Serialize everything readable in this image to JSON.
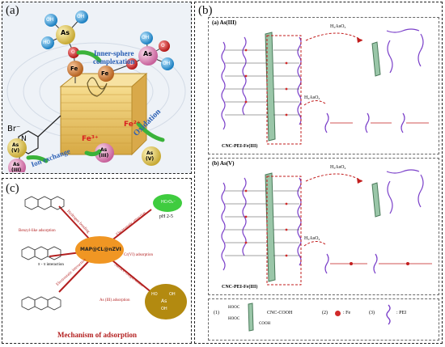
{
  "panels": {
    "a": {
      "label": "(a)",
      "species": {
        "as_upper": "As",
        "as_iii": "As\n(III)",
        "as_v": "As\n(V)",
        "oh": "OH",
        "ho": "HO",
        "o": "O",
        "fe": "Fe",
        "br": "Br⁻",
        "n_plus": "N",
        "fe2": "Fe²⁺",
        "fe3": "Fe³⁺"
      },
      "labels": {
        "inner_sphere": "Inner-sphere\ncomplexation",
        "oxidation": "Oxidation",
        "ion_exchange": "Ion exchange"
      }
    },
    "b": {
      "label": "(b)",
      "top_title": "(a) As(III)",
      "bottom_title": "(b) As(V)",
      "top_reagent": "H₃AsO₃",
      "top_reagent2": "H₃AsO₃",
      "bottom_reagent": "H₃AsO₄",
      "bottom_reagent2": "H₃AsO₄",
      "material": "CNC-PEI-Fe(III)",
      "legend": {
        "item1_num": "(1)",
        "item1_text": "CNC-COOH",
        "item1_group_a": "HOOC",
        "item1_group_b": "HOOC",
        "item1_group_c": "COOH",
        "item2_num": "(2)",
        "item2_text": ": Fe",
        "item3_num": "(3)",
        "item3_text": ": PEI"
      }
    },
    "c": {
      "label": "(c)",
      "center": "MAP@CL@nZVI",
      "green_circle": "HCrO₄⁻",
      "ph": "pH 2-5",
      "left_labels": {
        "benzyl": "Benzyl-like adsorption",
        "pi": "π - π interaction",
        "electrostatic": "Electrostatic interaction"
      },
      "right_labels": {
        "electro_attr": "Electrostatic attraction",
        "cr": "Cr(VI) adsorption",
        "surface": "Surface complexation",
        "as": "As (III) adsorption"
      },
      "bond_label": "Hydrogen bonding",
      "mechanism": "Mechanism of adsorption",
      "as_molecule": {
        "as": "As",
        "oh": "OH",
        "ho": "HO"
      }
    }
  },
  "colors": {
    "as_ball": "#e7d66c",
    "oh_ball": "#43aee5",
    "o_ball": "#d63b3b",
    "fe_ball": "#d98c55",
    "as_pink": "#e6a3c9",
    "green": "#3fcc3f",
    "orange": "#f09623",
    "olive": "#b38a10",
    "purple": "#7a3fc9",
    "red": "#c21d1d"
  }
}
